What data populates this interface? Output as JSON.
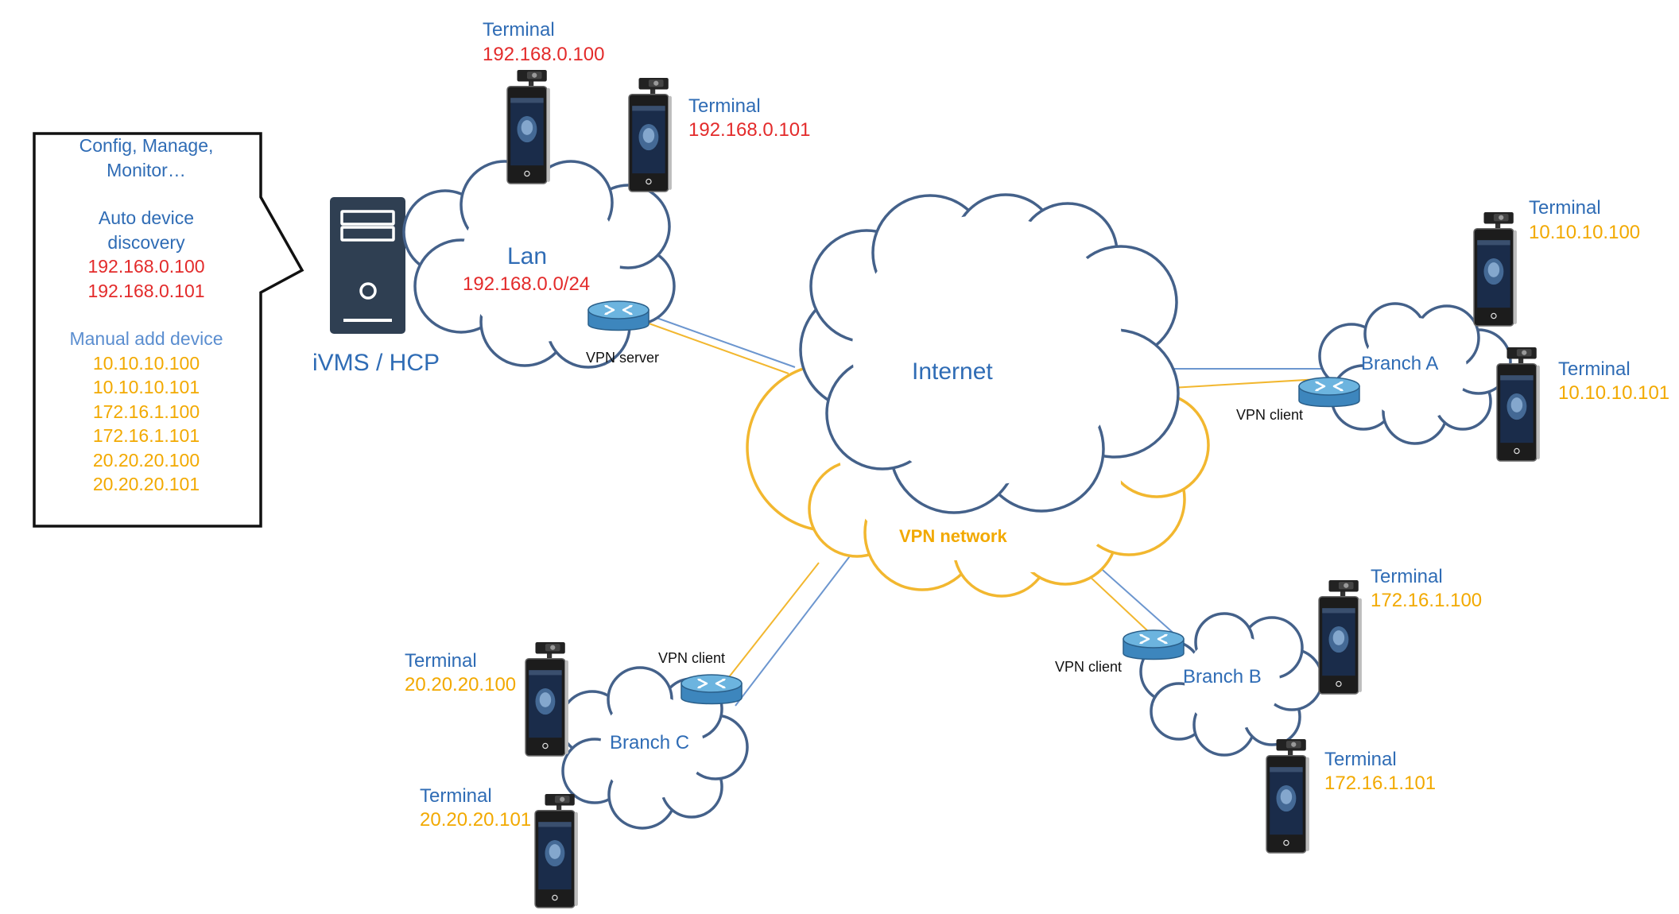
{
  "callout": {
    "line1": "Config, Manage,",
    "line2": "Monitor…",
    "discovery_line1": "Auto device",
    "discovery_line2": "discovery",
    "discovered": [
      "192.168.0.100",
      "192.168.0.101"
    ],
    "manual_title": "Manual add device",
    "manual": [
      "10.10.10.100",
      "10.10.10.101",
      "172.16.1.100",
      "172.16.1.101",
      "20.20.20.100",
      "20.20.20.101"
    ]
  },
  "server": {
    "label": "iVMS / HCP"
  },
  "lan": {
    "name": "Lan",
    "subnet": "192.168.0.0/24",
    "router_label": "VPN server"
  },
  "internet": {
    "label": "Internet"
  },
  "vpn_network": {
    "label": "VPN network"
  },
  "branch_a": {
    "name": "Branch A",
    "router_label": "VPN client"
  },
  "branch_b": {
    "name": "Branch B",
    "router_label": "VPN client"
  },
  "branch_c": {
    "name": "Branch C",
    "router_label": "VPN client"
  },
  "terminals": [
    {
      "title": "Terminal",
      "ip": "192.168.0.100"
    },
    {
      "title": "Terminal",
      "ip": "192.168.0.101"
    },
    {
      "title": "Terminal",
      "ip": "10.10.10.100"
    },
    {
      "title": "Terminal",
      "ip": "10.10.10.101"
    },
    {
      "title": "Terminal",
      "ip": "172.16.1.100"
    },
    {
      "title": "Terminal",
      "ip": "172.16.1.101"
    },
    {
      "title": "Terminal",
      "ip": "20.20.20.100"
    },
    {
      "title": "Terminal",
      "ip": "20.20.20.101"
    }
  ],
  "colors": {
    "cloud_stroke": "#44618a",
    "vpn_stroke": "#f2b72f",
    "text_blue": "#2f6cb5",
    "text_red": "#e32b2b",
    "text_orange": "#f2a900",
    "router_fill": "#4a97c9"
  }
}
